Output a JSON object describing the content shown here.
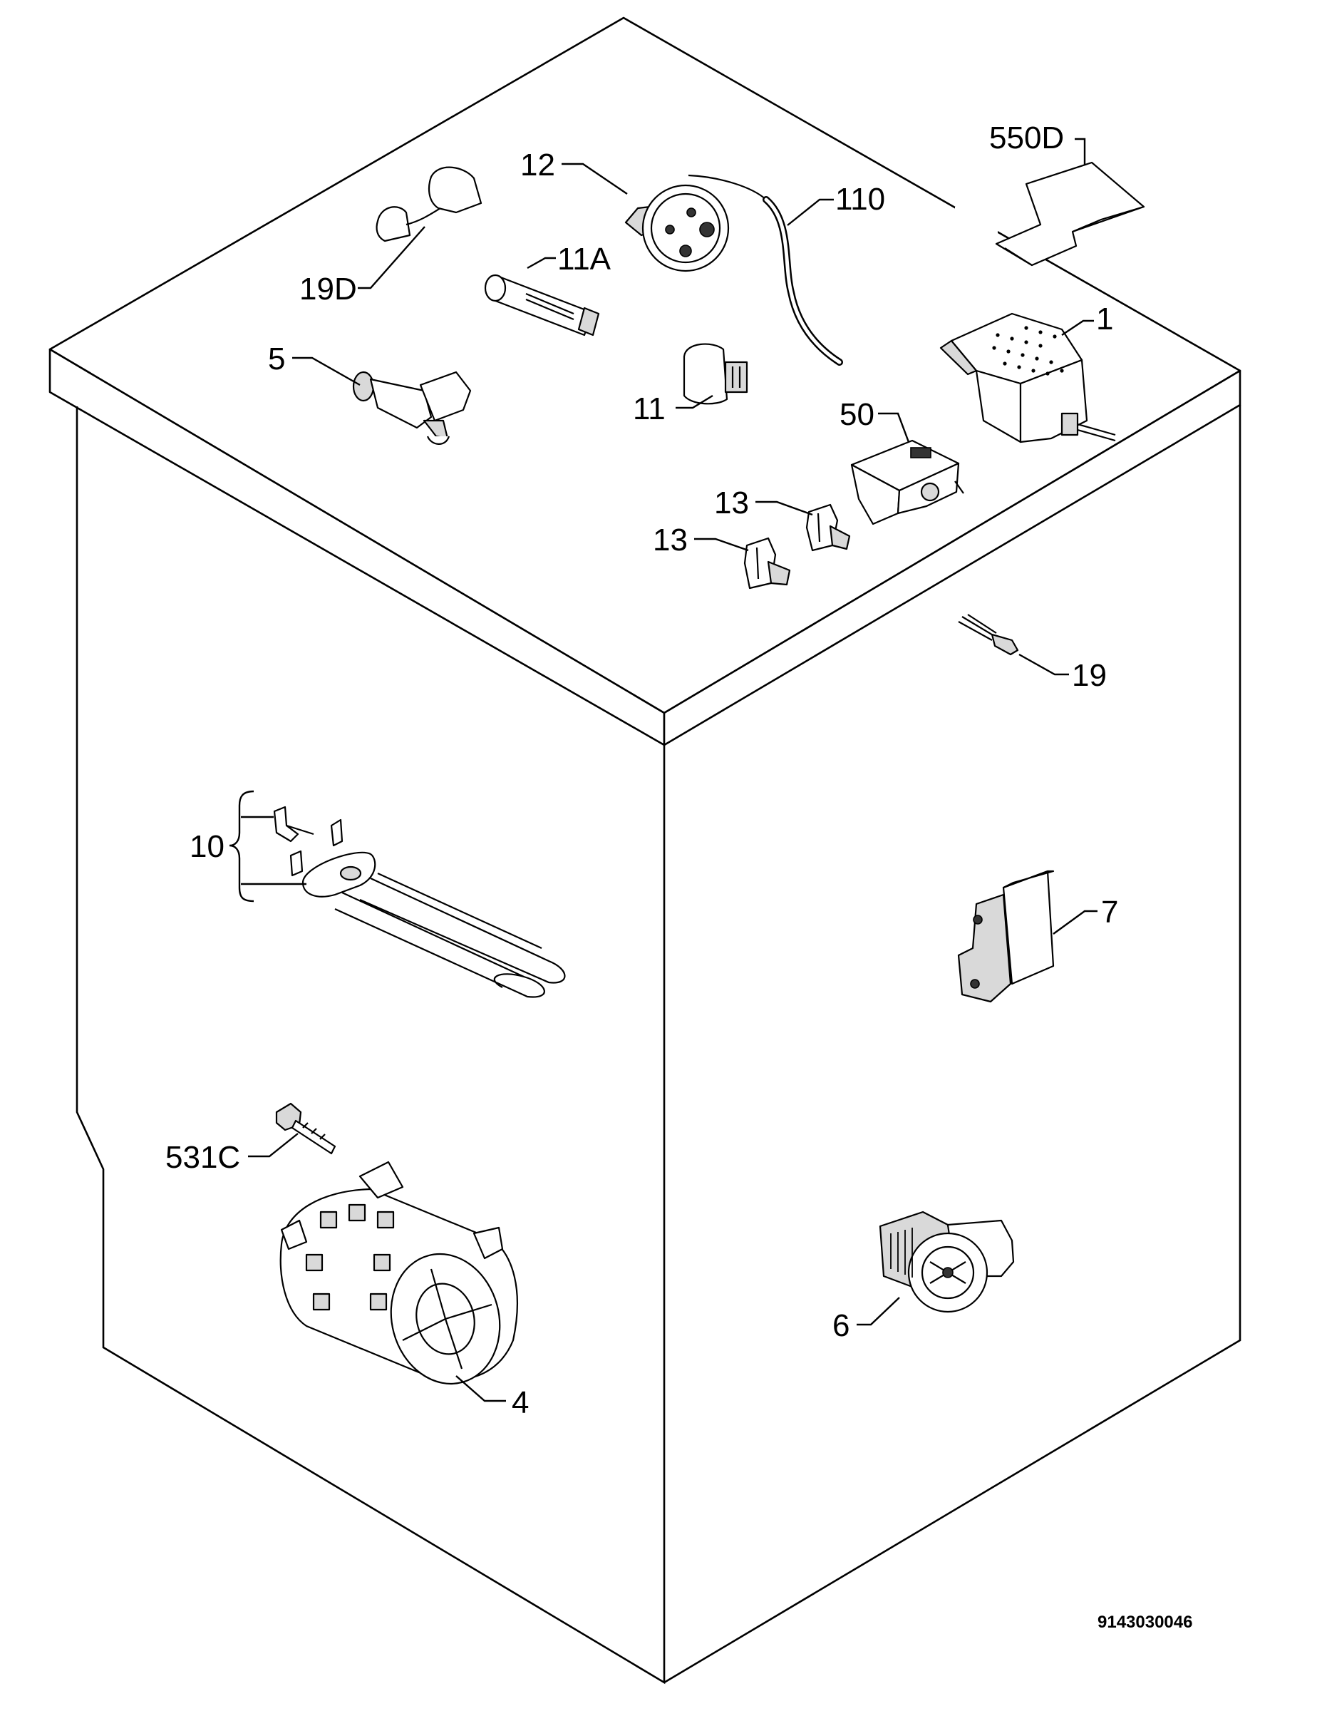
{
  "callouts": {
    "c550D": "550D",
    "c12": "12",
    "c110": "110",
    "c19D": "19D",
    "c11A": "11A",
    "c5": "5",
    "c1": "1",
    "c11": "11",
    "c50": "50",
    "c13a": "13",
    "c13b": "13",
    "c19": "19",
    "c10": "10",
    "c7": "7",
    "c531C": "531C",
    "c6": "6",
    "c4": "4"
  },
  "drawing_number": "9143030046"
}
